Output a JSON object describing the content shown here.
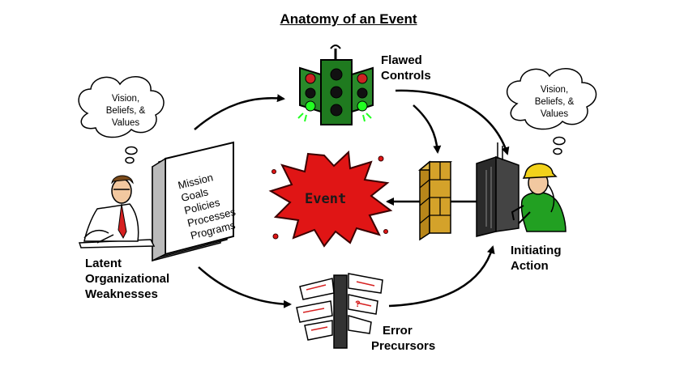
{
  "title": "Anatomy of an Event",
  "nodes": {
    "flawed_controls": [
      "Flawed",
      "Controls"
    ],
    "initiating_action": [
      "Initiating",
      "Action"
    ],
    "latent_weaknesses": [
      "Latent",
      "Organizational",
      "Weaknesses"
    ],
    "error_precursors": [
      "Error",
      "Precursors"
    ],
    "event": "Event"
  },
  "binder_items": [
    "Mission",
    "Goals",
    "Policies",
    "Processes",
    "Programs"
  ],
  "cloud_left": [
    "Vision,",
    "Beliefs, &",
    "Values"
  ],
  "cloud_right": [
    "Vision,",
    "Beliefs, &",
    "Values"
  ],
  "signpost_mark": "?",
  "colors": {
    "event_red": "#e01515",
    "traffic_green": "#1f7a1f",
    "brick": "#d4a22a",
    "helmet": "#f2d21b"
  }
}
